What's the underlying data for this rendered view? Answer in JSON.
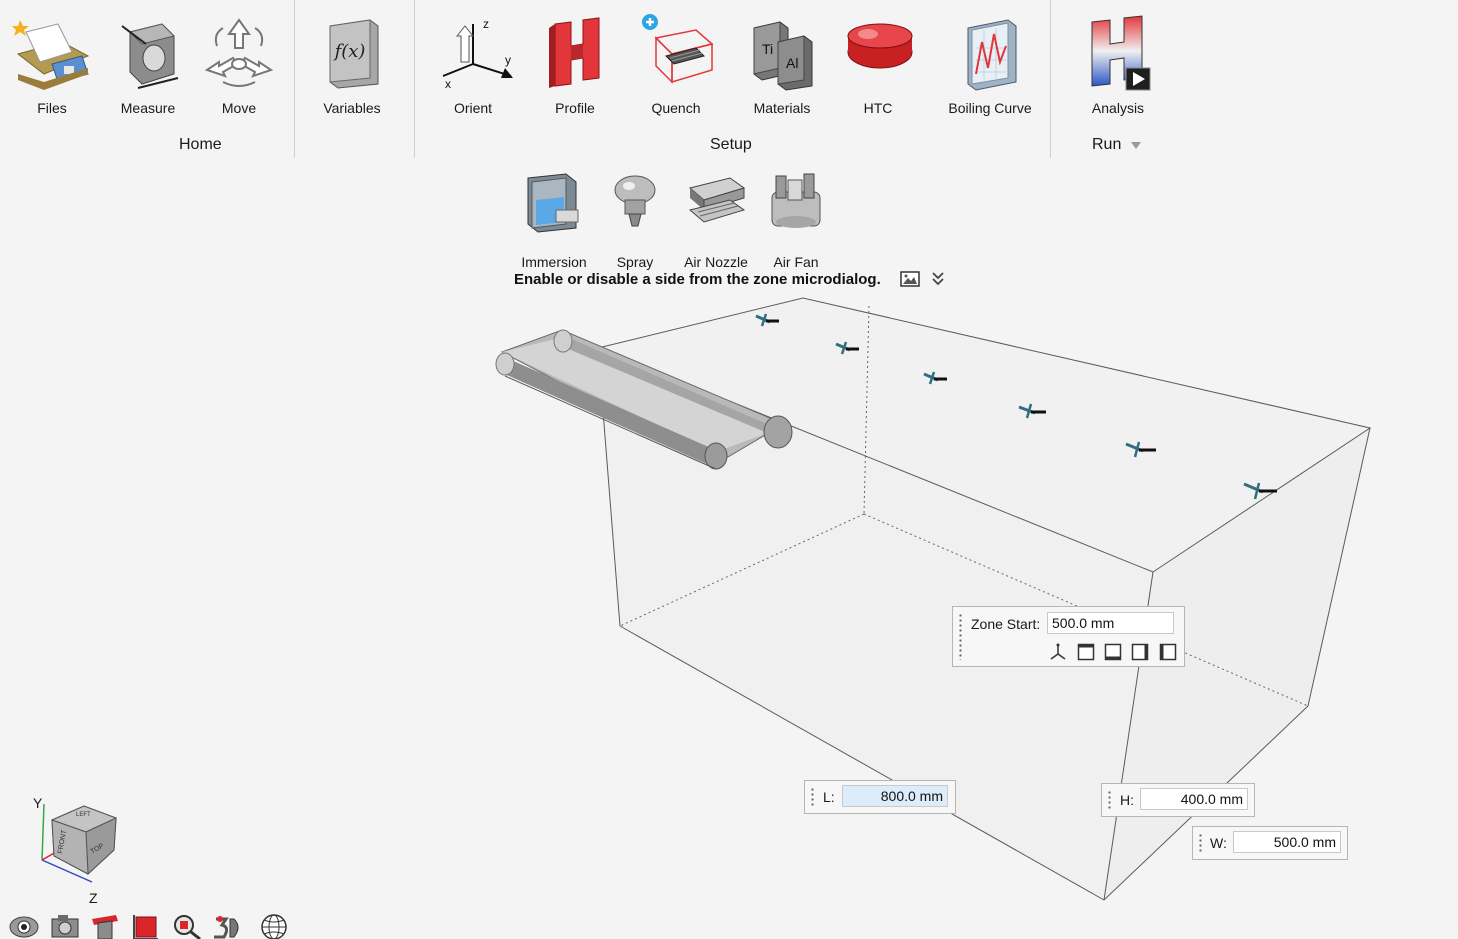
{
  "ribbon": {
    "groups": {
      "home": "Home",
      "setup": "Setup",
      "run": "Run"
    },
    "tools": {
      "files": "Files",
      "measure": "Measure",
      "move": "Move",
      "variables": "Variables",
      "orient": "Orient",
      "profile": "Profile",
      "quench": "Quench",
      "materials": "Materials",
      "htc": "HTC",
      "boiling_curve": "Boiling Curve",
      "analysis": "Analysis"
    },
    "icon_text": {
      "variables": "f(x)",
      "materials_a": "Ti",
      "materials_b": "Al",
      "orient_z": "z",
      "orient_y": "y",
      "orient_x": "x"
    },
    "sub_tools": {
      "immersion": "Immersion",
      "spray": "Spray",
      "air_nozzle": "Air Nozzle",
      "air_fan": "Air Fan"
    }
  },
  "hint": "Enable or disable a side from the zone microdialog.",
  "zone_dialog": {
    "label": "Zone Start:",
    "value": "500.0 mm"
  },
  "dims": {
    "l_label": "L:",
    "l_value": "800.0 mm",
    "h_label": "H:",
    "h_value": "400.0 mm",
    "w_label": "W:",
    "w_value": "500.0 mm"
  },
  "triad": {
    "y": "Y",
    "z": "Z",
    "cube_top": "TOP",
    "cube_front": "FRONT",
    "cube_left": "LEFT"
  },
  "colors": {
    "accent_red": "#d9262b",
    "nozzle_teal": "#2f6f7e",
    "quench_red": "#e3363a",
    "analysis_blue": "#2c56c7"
  }
}
